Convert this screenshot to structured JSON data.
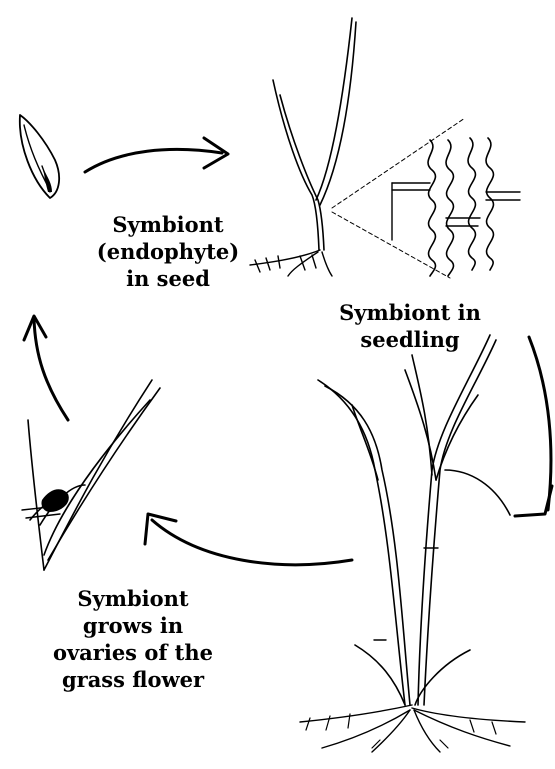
{
  "colors": {
    "ink": "#000000",
    "background": "#ffffff"
  },
  "labels": {
    "seed": [
      "Symbiont",
      "(endophyte)",
      "in seed"
    ],
    "seedling": [
      "Symbiont in",
      "seedling"
    ],
    "flower": [
      "Symbiont",
      "grows in",
      "ovaries of the",
      "grass flower"
    ]
  }
}
